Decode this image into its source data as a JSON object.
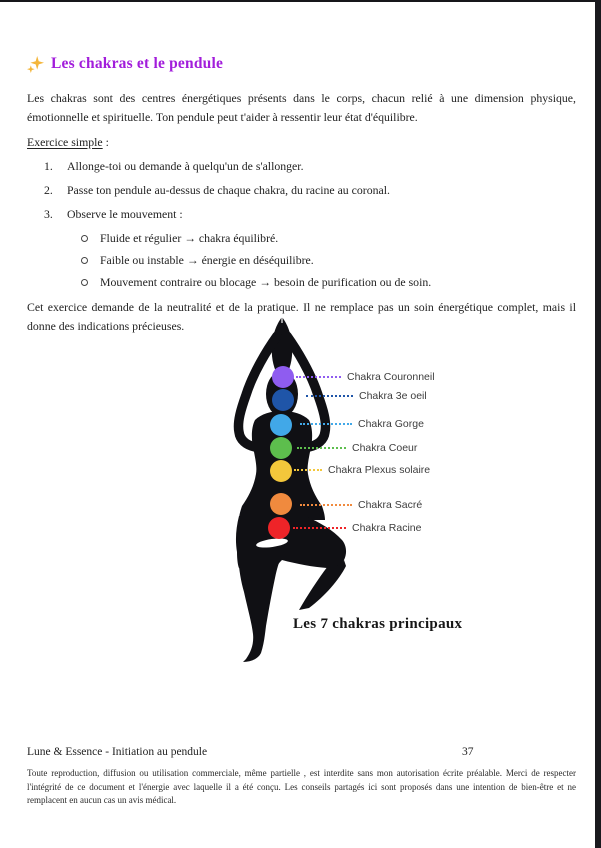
{
  "title": {
    "icon": "sparkles-icon",
    "icon_color": "#F4B63B",
    "text": "Les chakras et le pendule",
    "color": "#A21DDB"
  },
  "intro": "Les chakras sont des centres énergétiques présents dans le corps, chacun relié à une dimension physique, émotionnelle et spirituelle. Ton pendule peut t'aider à ressentir leur état d'équilibre.",
  "exercise_heading": "Exercice simple",
  "exercise_suffix": " :",
  "steps": [
    {
      "num": "1.",
      "text": "Allonge-toi ou demande à quelqu'un de s'allonger."
    },
    {
      "num": "2.",
      "text": "Passe ton pendule au-dessus de chaque chakra, du racine au coronal."
    },
    {
      "num": "3.",
      "text": "Observe le mouvement :"
    }
  ],
  "observations": [
    "Fluide et régulier → chakra équilibré.",
    "Faible ou instable → énergie en déséquilibre.",
    "Mouvement contraire ou blocage → besoin de purification ou de soin."
  ],
  "closing": "Cet exercice demande de la neutralité et de la pratique. Il ne remplace pas un soin énergétique complet, mais il donne des indications précieuses.",
  "figure": {
    "silhouette_color": "#101014",
    "caption": "Les 7 chakras principaux",
    "chakras": [
      {
        "label": "Chakra Couronneil",
        "color": "#8F5CF0"
      },
      {
        "label": "Chakra 3e oeil",
        "color": "#1F55A8"
      },
      {
        "label": "Chakra Gorge",
        "color": "#41A8E8"
      },
      {
        "label": "Chakra Coeur",
        "color": "#5DBE4D"
      },
      {
        "label": "Chakra Plexus solaire",
        "color": "#F3C73B"
      },
      {
        "label": "Chakra Sacré",
        "color": "#F08A3E"
      },
      {
        "label": "Chakra Racine",
        "color": "#EE2428"
      }
    ]
  },
  "footer": {
    "left": "Lune & Essence - Initiation au pendule",
    "page_number": "37",
    "disclaimer": "Toute reproduction, diffusion ou utilisation commerciale, même partielle , est interdite sans mon autorisation écrite préalable. Merci de respecter l'intégrité de ce document et l'énergie avec laquelle il a été conçu. Les conseils partagés ici sont proposés dans une intention de bien-être et ne remplacent en aucun cas un avis médical."
  }
}
